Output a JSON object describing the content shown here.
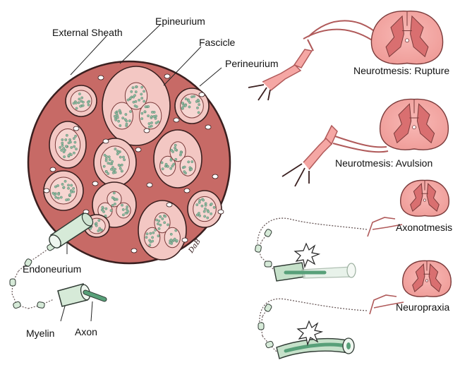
{
  "labels": {
    "external_sheath": "External Sheath",
    "epineurium": "Epineurium",
    "fascicle": "Fascicle",
    "perineurium": "Perineurium",
    "endoneurium": "Endoneurium",
    "myelin": "Myelin",
    "axon": "Axon"
  },
  "injuries": [
    {
      "name": "Neurotmesis: Rupture"
    },
    {
      "name": "Neurotmesis: Avulsion"
    },
    {
      "name": "Axonotmesis"
    },
    {
      "name": "Neuropraxia"
    }
  ],
  "signature": "DaB",
  "colors": {
    "epineurium_fill": "#c76a66",
    "outline": "#3a1f1f",
    "perineurium_fill": "#f3c7c3",
    "axon_dots": "#8fb9a1",
    "spinal_cord": "#f5a7a4",
    "gray_matter": "#d96f70",
    "nerve_sheath": "#d6ead8",
    "axon_green": "#58a079"
  }
}
